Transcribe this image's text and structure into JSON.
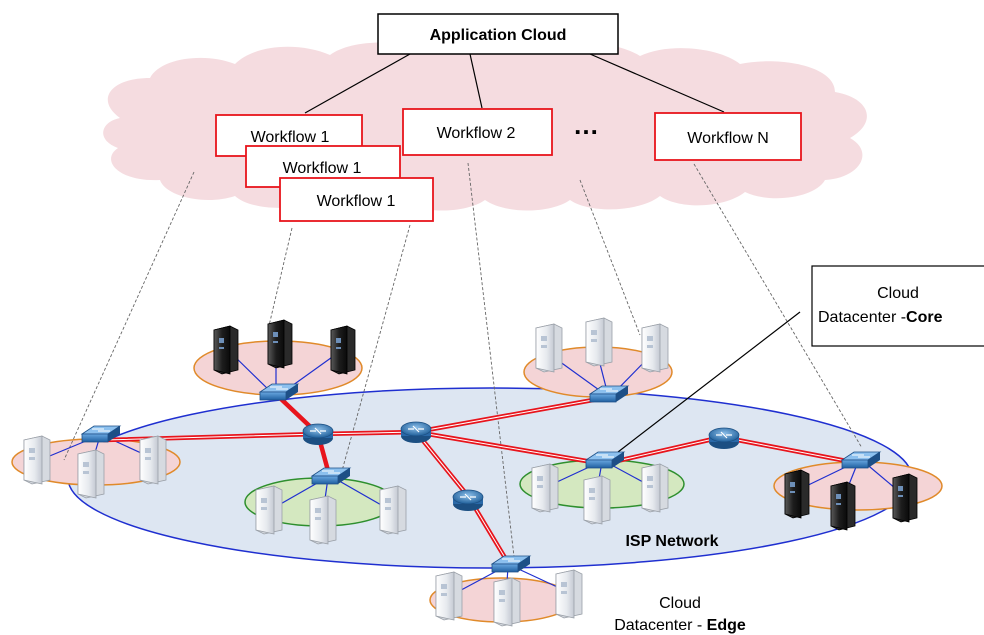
{
  "top_box": {
    "label": "Application Cloud"
  },
  "workflows": [
    {
      "label": "Workflow 1"
    },
    {
      "label": "Workflow 1"
    },
    {
      "label": "Workflow 1"
    },
    {
      "label": "Workflow 2"
    },
    {
      "label": "Workflow N"
    }
  ],
  "ellipsis": "…",
  "network_label": "ISP Network",
  "core_callout": {
    "line1": "Cloud",
    "line2_prefix": "Datacenter -",
    "line2_bold": "Core"
  },
  "edge_callout": {
    "line1": "Cloud",
    "line2_prefix": "Datacenter - ",
    "line2_bold": "Edge"
  },
  "colors": {
    "cloud": "#f5dce0",
    "isp_network": "#dde6f2",
    "isp_border": "#1f2fd0",
    "link_red": "#e8141c",
    "box_red": "#e8141c",
    "cluster_orange_fill": "#f4d4d6",
    "cluster_orange_border": "#e08a2a",
    "cluster_green_fill": "#d4e8c0",
    "cluster_green_border": "#2e8f2e"
  }
}
